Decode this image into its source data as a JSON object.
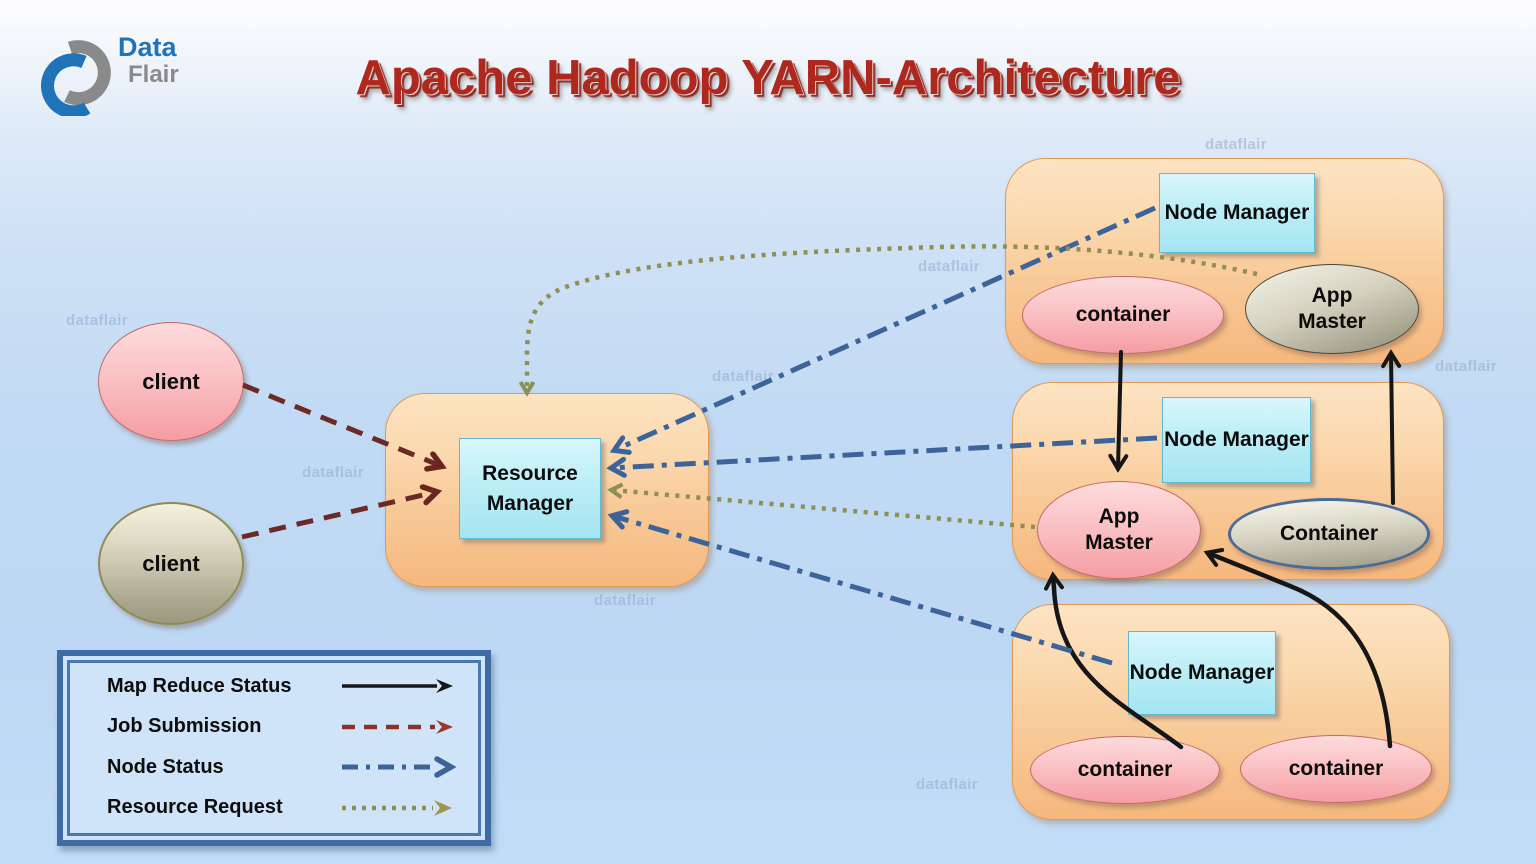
{
  "header": {
    "logo": {
      "line1": "Data",
      "line2": "Flair"
    },
    "title": "Apache Hadoop YARN-Architecture"
  },
  "watermark": {
    "text": "dataflair"
  },
  "clients": [
    {
      "label": "client",
      "variant": "pink"
    },
    {
      "label": "client",
      "variant": "olive"
    }
  ],
  "resource_manager": {
    "label": "Resource Manager"
  },
  "node_groups": [
    {
      "id": "top",
      "manager_label": "Node Manager",
      "ellipses": [
        {
          "label": "container",
          "variant": "pink"
        },
        {
          "label": "App Master",
          "variant": "gray"
        }
      ]
    },
    {
      "id": "middle",
      "manager_label": "Node Manager",
      "ellipses": [
        {
          "label": "App Master",
          "variant": "pink"
        },
        {
          "label": "Container",
          "variant": "gray-blue"
        }
      ]
    },
    {
      "id": "bottom",
      "manager_label": "Node Manager",
      "ellipses": [
        {
          "label": "container",
          "variant": "pink"
        },
        {
          "label": "container",
          "variant": "pink"
        }
      ]
    }
  ],
  "legend": {
    "items": [
      {
        "label": "Map Reduce Status",
        "style": "solid",
        "color": "#161616"
      },
      {
        "label": "Job Submission",
        "style": "dashed",
        "color": "#6b2a26"
      },
      {
        "label": "Node Status",
        "style": "dash-dot",
        "color": "#3d639b"
      },
      {
        "label": "Resource Request",
        "style": "dotted",
        "color": "#8f8f55"
      }
    ]
  },
  "colors": {
    "background_top": "#fdfdfe",
    "background_bottom": "#bdd8f4",
    "panel_orange": "#f8c794",
    "node_box_cyan": "#bdeef7",
    "ellipse_pink": "#fac2c5",
    "ellipse_gray": "#d5d2c0",
    "ellipse_olive": "#d8d4be",
    "title_red": "#b0271d",
    "legend_border_blue": "#3f6ba5",
    "logo_blue": "#2173b9",
    "logo_gray": "#8a8a8a"
  }
}
